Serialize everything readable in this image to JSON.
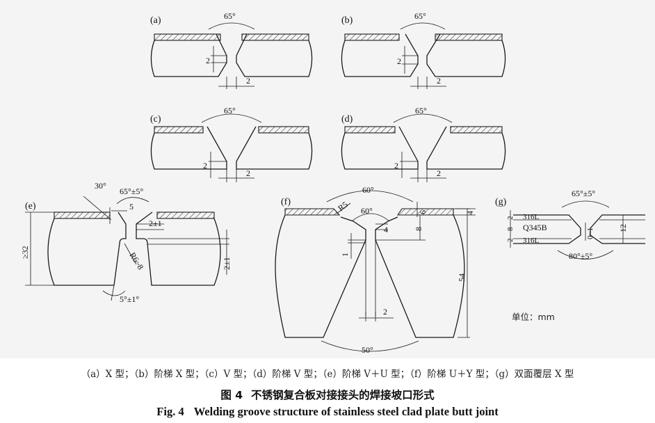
{
  "panels": {
    "a": {
      "label": "(a)",
      "angle": "65°",
      "root_face": "2",
      "gap": "2"
    },
    "b": {
      "label": "(b)",
      "angle": "65°",
      "root_face": "2",
      "gap": "2"
    },
    "c": {
      "label": "(c)",
      "angle": "65°",
      "root_face": "2",
      "gap": "2"
    },
    "d": {
      "label": "(d)",
      "angle": "65°",
      "root_face": "2",
      "gap": "2"
    },
    "e": {
      "label": "(e)",
      "angle_top": "30°",
      "angle_groove": "65°±5°",
      "dim_5": "5",
      "dim_2pm1_top": "2±1",
      "dim_2pm1_right": "2±1",
      "radius": "R6~8",
      "angle_bottom": "5°±1°",
      "thickness": "≥32"
    },
    "f": {
      "label": "(f)",
      "angle_top": "60°",
      "radius": "R5",
      "angle_inner": "60°",
      "dim_6": "6",
      "dim_4_right": "4",
      "dim_4": "4",
      "dim_8": "8",
      "dim_1": "1",
      "gap": "2",
      "height": "54",
      "angle_bottom": "50°"
    },
    "g": {
      "label": "(g)",
      "angle_top": "65°±5°",
      "angle_bottom": "80°±5°",
      "layer_top": "316L",
      "core": "Q345B",
      "layer_bottom": "316L",
      "dim_2_top": "2",
      "dim_8": "8",
      "dim_2_bottom": "2",
      "dim_0_1": "0~1",
      "dim_12": "12"
    }
  },
  "unit_label": "单位：mm",
  "caption": {
    "subcaption": "（a）X 型；（b）阶梯 X 型；（c）V 型；（d）阶梯 V 型；（e）阶梯 V＋U 型；（f）阶梯 U＋Y 型；（g）双面覆层 X 型",
    "zh_number": "图 4",
    "zh_title": "不锈钢复合板对接接头的焊接坡口形式",
    "en_number": "Fig. 4",
    "en_title": "Welding groove structure of stainless steel clad plate butt joint"
  }
}
